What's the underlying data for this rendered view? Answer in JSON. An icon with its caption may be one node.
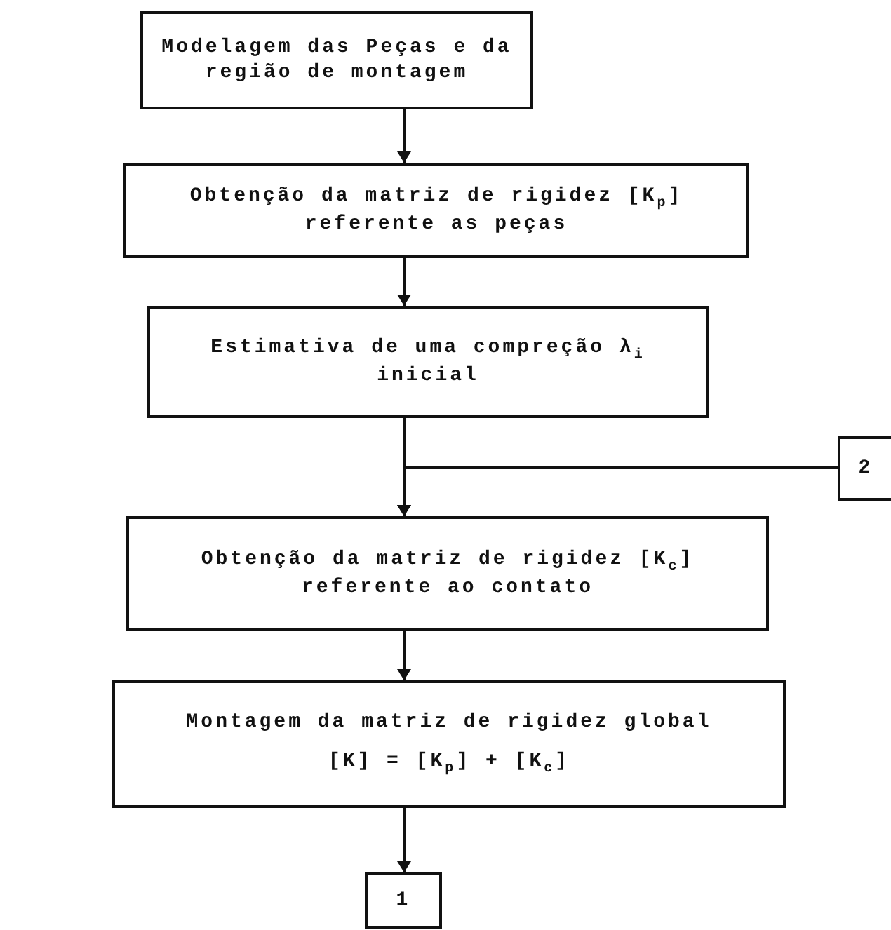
{
  "diagram": {
    "nodes": [
      {
        "text": [
          "Modelagem das Peças e da região de montagem"
        ]
      },
      {
        "text": [
          "Obtenção da matriz de rigidez [K$_{p}$] referente as peças"
        ]
      },
      {
        "text": [
          "Estimativa de uma compreção λ$_{i}$ inicial"
        ]
      },
      {
        "text": [
          "2"
        ]
      },
      {
        "text": [
          "Obtenção da matriz de rigidez [K$_{c}$] referente ao contato"
        ]
      },
      {
        "text": [
          "Montagem da matriz de rigidez global",
          "[K] = [K$_{p}$] + [K$_{c}$]"
        ]
      },
      {
        "text": [
          "1"
        ]
      }
    ],
    "edges": [
      {
        "from": 0,
        "to": 1,
        "arrow": "to"
      },
      {
        "from": 1,
        "to": 2,
        "arrow": "to"
      },
      {
        "from": 2,
        "to": 4,
        "arrow": "to"
      },
      {
        "from": 3,
        "to": 4,
        "arrow": "to"
      },
      {
        "from": 4,
        "to": 5,
        "arrow": "to"
      },
      {
        "from": 5,
        "to": 6,
        "arrow": "to"
      }
    ]
  }
}
